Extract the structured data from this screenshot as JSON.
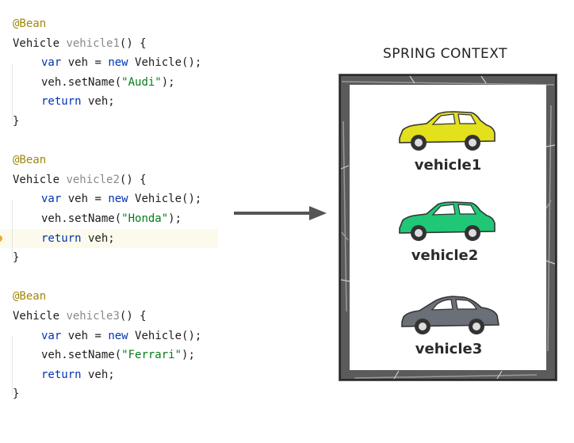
{
  "code": {
    "annotation": "@Bean",
    "return_type": "Vehicle",
    "open_paren_brace": "() {",
    "close_brace": "}",
    "kw_var": "var",
    "var_decl": " veh = ",
    "kw_new": "new",
    "ctor": " Vehicle();",
    "setname_prefix": "veh.setName(",
    "setname_suffix": ");",
    "kw_return": "return",
    "return_tail": " veh;",
    "beans": [
      {
        "method": "vehicle1",
        "name_literal": "\"Audi\""
      },
      {
        "method": "vehicle2",
        "name_literal": "\"Honda\""
      },
      {
        "method": "vehicle3",
        "name_literal": "\"Ferrari\""
      }
    ]
  },
  "context": {
    "title": "SPRING CONTEXT",
    "vehicles": [
      {
        "label": "vehicle1",
        "color": "#e3e01c"
      },
      {
        "label": "vehicle2",
        "color": "#1fc776"
      },
      {
        "label": "vehicle3",
        "color": "#6b6f78"
      }
    ]
  },
  "colors": {
    "arrow": "#555555",
    "frame": "#5a5a5a"
  }
}
